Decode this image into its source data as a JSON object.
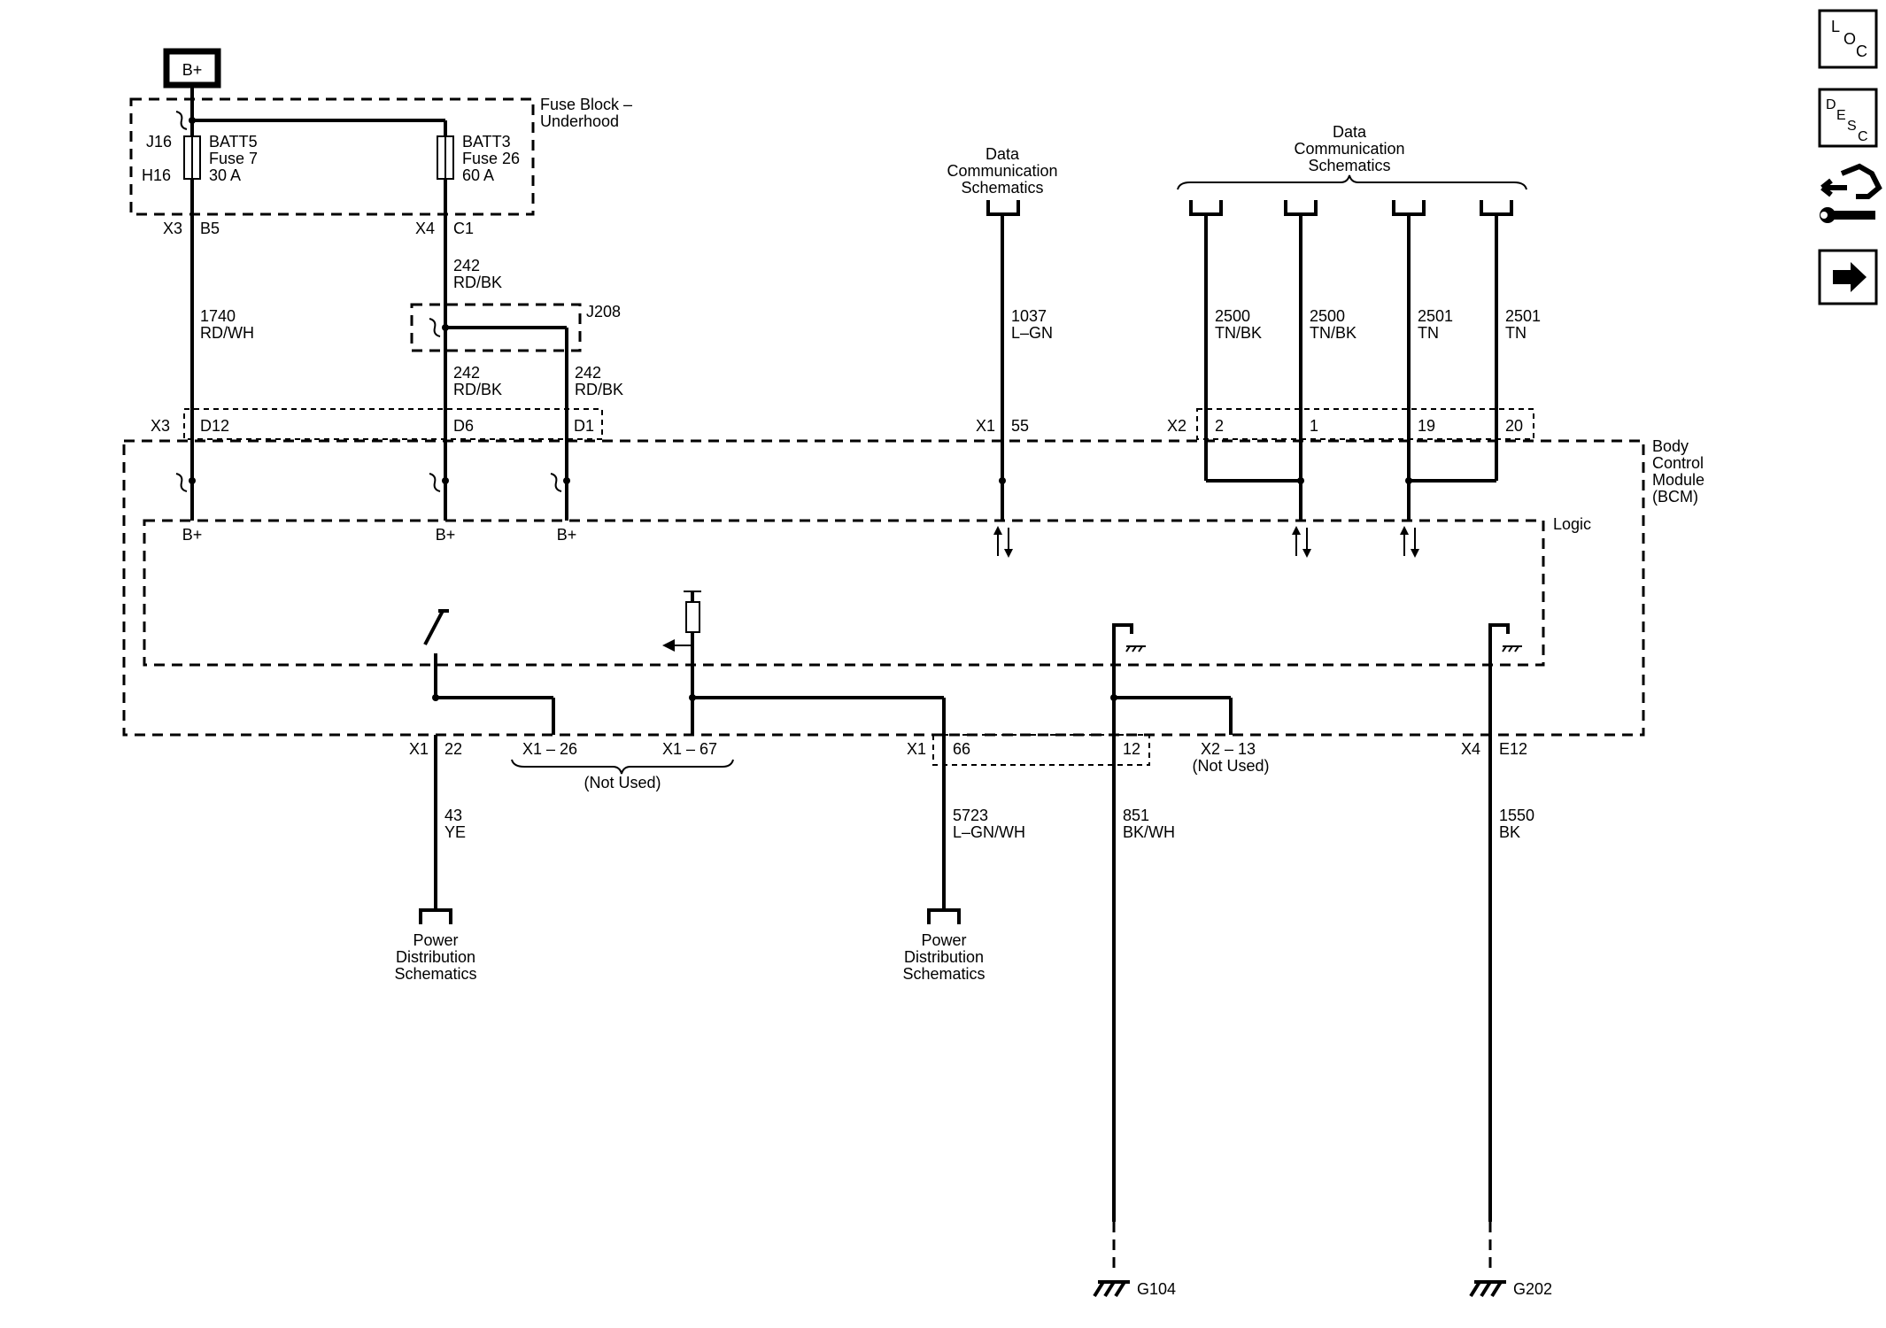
{
  "labels": {
    "b_plus_box": "B+",
    "fuse_block_l1": "Fuse Block –",
    "fuse_block_l2": "Underhood",
    "j16": "J16",
    "h16": "H16",
    "batt5_l1": "BATT5",
    "batt5_l2": "Fuse 7",
    "batt5_l3": "30 A",
    "batt3_l1": "BATT3",
    "batt3_l2": "Fuse 26",
    "batt3_l3": "60 A",
    "x3_top": "X3",
    "b5": "B5",
    "x4_top": "X4",
    "c1": "C1",
    "w242a_num": "242",
    "w242a_col": "RD/BK",
    "j208": "J208",
    "w1740_num": "1740",
    "w1740_col": "RD/WH",
    "w242b_num": "242",
    "w242b_col": "RD/BK",
    "w242c_num": "242",
    "w242c_col": "RD/BK",
    "x3_bcm": "X3",
    "d12": "D12",
    "d6": "D6",
    "d1": "D1",
    "dcs1_l1": "Data",
    "dcs1_l2": "Communication",
    "dcs1_l3": "Schematics",
    "w1037_num": "1037",
    "w1037_col": "L–GN",
    "x1_55": "X1",
    "p55": "55",
    "dcs2_l1": "Data",
    "dcs2_l2": "Communication",
    "dcs2_l3": "Schematics",
    "w2500a_num": "2500",
    "w2500a_col": "TN/BK",
    "w2500b_num": "2500",
    "w2500b_col": "TN/BK",
    "w2501a_num": "2501",
    "w2501a_col": "TN",
    "w2501b_num": "2501",
    "w2501b_col": "TN",
    "x2_bcm": "X2",
    "p2": "2",
    "p1": "1",
    "p19": "19",
    "p20": "20",
    "bcm_l1": "Body",
    "bcm_l2": "Control",
    "bcm_l3": "Module",
    "bcm_l4": "(BCM)",
    "logic": "Logic",
    "bplus1": "B+",
    "bplus2": "B+",
    "bplus3": "B+",
    "x1_22": "X1",
    "p22": "22",
    "x1_26": "X1 – 26",
    "x1_67": "X1 – 67",
    "not_used_1": "(Not Used)",
    "x1_66": "X1",
    "p66": "66",
    "p12": "12",
    "x2_13": "X2 – 13",
    "not_used_2": "(Not Used)",
    "x4_bot": "X4",
    "e12": "E12",
    "w43_num": "43",
    "w43_col": "YE",
    "w5723_num": "5723",
    "w5723_col": "L–GN/WH",
    "w851_num": "851",
    "w851_col": "BK/WH",
    "w1550_num": "1550",
    "w1550_col": "BK",
    "pds1_l1": "Power",
    "pds1_l2": "Distribution",
    "pds1_l3": "Schematics",
    "pds2_l1": "Power",
    "pds2_l2": "Distribution",
    "pds2_l3": "Schematics",
    "g104": "G104",
    "g202": "G202"
  },
  "nav": {
    "loc_l": "L",
    "loc_o": "O",
    "loc_c": "C",
    "desc_d": "D",
    "desc_e": "E",
    "desc_s": "S",
    "desc_c": "C"
  },
  "icons": {
    "loc": "loc-icon",
    "desc": "desc-icon",
    "repair": "repair-hand-wrench-icon",
    "next": "arrow-right-icon"
  }
}
